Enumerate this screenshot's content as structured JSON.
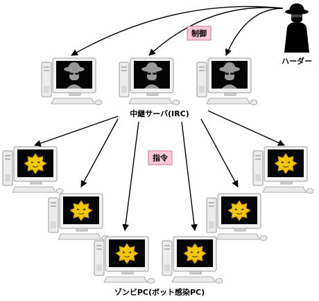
{
  "diagram": {
    "labels": {
      "herder": "ハーダー",
      "relay": "中継サーバ(IRC)",
      "zombie": "ゾンビPC(ボット感染PC)",
      "control": "制御",
      "command": "指令"
    },
    "colors": {
      "tag_fill": "#f8c8d8",
      "tag_stroke": "#c87a96",
      "screen": "#050505",
      "bezel": "#f2f2f2",
      "bot_face": "#f2c200",
      "spy_face": "#9a9a9a",
      "arrow": "#000000"
    },
    "nodes": {
      "herder": {
        "icon": "hacker-silhouette-icon"
      },
      "relay_servers": [
        {
          "icon": "spy-monitor-icon"
        },
        {
          "icon": "spy-monitor-icon"
        },
        {
          "icon": "spy-monitor-icon"
        }
      ],
      "zombie_pcs": [
        {
          "icon": "bot-monitor-icon"
        },
        {
          "icon": "bot-monitor-icon"
        },
        {
          "icon": "bot-monitor-icon"
        },
        {
          "icon": "bot-monitor-icon"
        },
        {
          "icon": "bot-monitor-icon"
        },
        {
          "icon": "bot-monitor-icon"
        }
      ]
    }
  }
}
